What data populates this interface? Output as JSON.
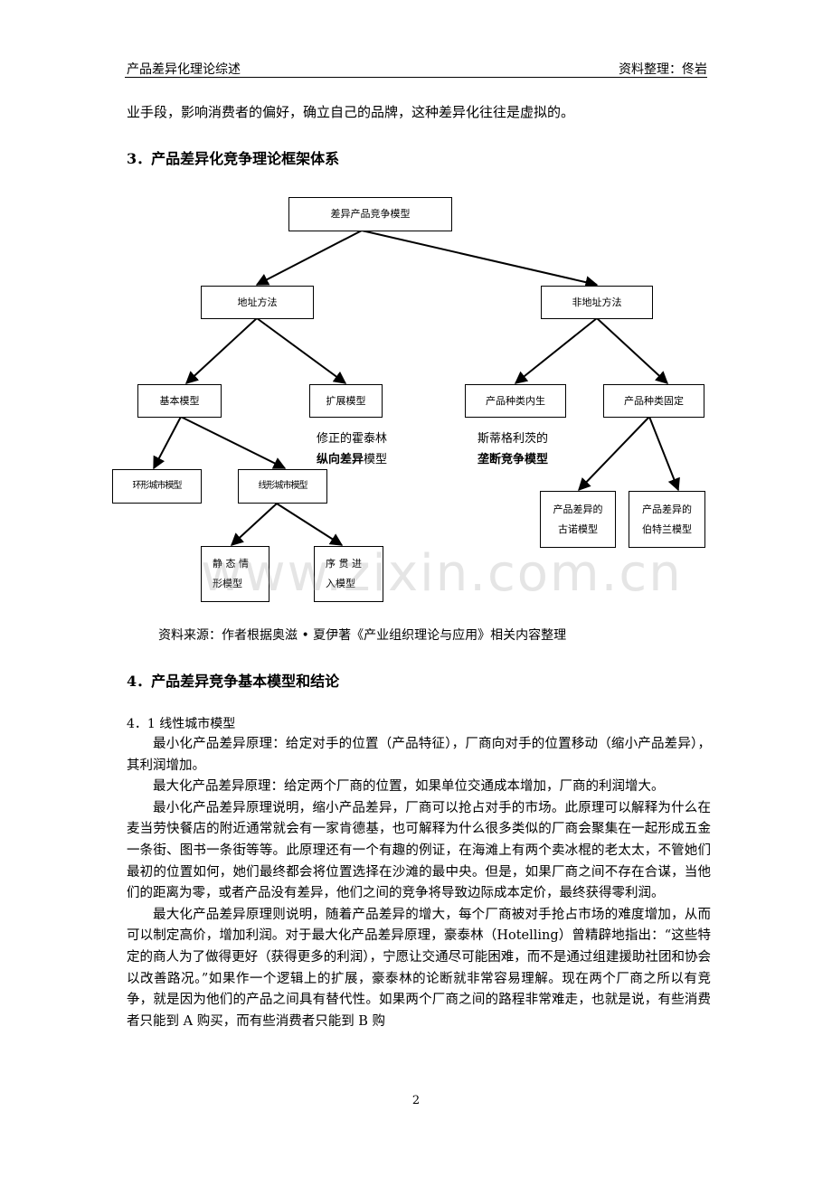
{
  "header": {
    "left": "产品差异化理论综述",
    "right": "资料整理：佟岩"
  },
  "intro": "业手段，影响消费者的偏好，确立自己的品牌，这种差异化往往是虚拟的。",
  "section3": {
    "title": "3．产品差异化竞争理论框架体系"
  },
  "diagram": {
    "root": "差异产品竞争模型",
    "address": "地址方法",
    "non_address": "非地址方法",
    "basic": "基本模型",
    "extended": "扩展模型",
    "endogenous": "产品种类内生",
    "fixed": "产品种类固定",
    "circular": "环形城市模型",
    "linear": "线形城市模型",
    "static_l1": "静 态 情",
    "static_l2": "形模型",
    "seq_l1": "序 贯 进",
    "seq_l2": "入模型",
    "cournot_l1": "产品差异的",
    "cournot_l2": "古诺模型",
    "bertrand_l1": "产品差异的",
    "bertrand_l2": "伯特兰模型",
    "note_left_l1": "修正的霍泰林",
    "note_left_bold": "纵向差异",
    "note_left_tail": "模型",
    "note_right_l1": "斯蒂格利茨的",
    "note_right_bold": "垄断竞争模型"
  },
  "source": "资料来源：作者根据奥滋 • 夏伊著《产业组织理论与应用》相关内容整理",
  "section4": {
    "title": "4．产品差异竞争基本模型和结论"
  },
  "subsection": "4．1 线性城市模型",
  "body": [
    "最小化产品差异原理：给定对手的位置（产品特征），厂商向对手的位置移动（缩小产品差异），其利润增加。",
    "最大化产品差异原理：给定两个厂商的位置，如果单位交通成本增加，厂商的利润增大。",
    "最小化产品差异原理说明，缩小产品差异，厂商可以抢占对手的市场。此原理可以解释为什么在麦当劳快餐店的附近通常就会有一家肯德基，也可解释为什么很多类似的厂商会聚集在一起形成五金一条街、图书一条街等等。此原理还有一个有趣的例证，在海滩上有两个卖冰棍的老太太，不管她们最初的位置如何，她们最终都会将位置选择在沙滩的最中央。但是，如果厂商之间不存在合谋，当他们的距离为零，或者产品没有差异，他们之间的竞争将导致边际成本定价，最终获得零利润。",
    "最大化产品差异原理则说明，随着产品差异的增大，每个厂商被对手抢占市场的难度增加，从而可以制定高价，增加利润。对于最大化产品差异原理，豪泰林（Hotelling）曾精辟地指出：“这些特定的商人为了做得更好（获得更多的利润），宁愿让交通尽可能困难，而不是通过组建援助社团和协会以改善路况。”如果作一个逻辑上的扩展，豪泰林的论断就非常容易理解。现在两个厂商之所以有竞争，就是因为他们的产品之间具有替代性。如果两个厂商之间的路程非常难走，也就是说，有些消费者只能到 A 购买，而有些消费者只能到 B 购"
  ],
  "watermark": "www.zixin.com.cn",
  "page_number": "2"
}
